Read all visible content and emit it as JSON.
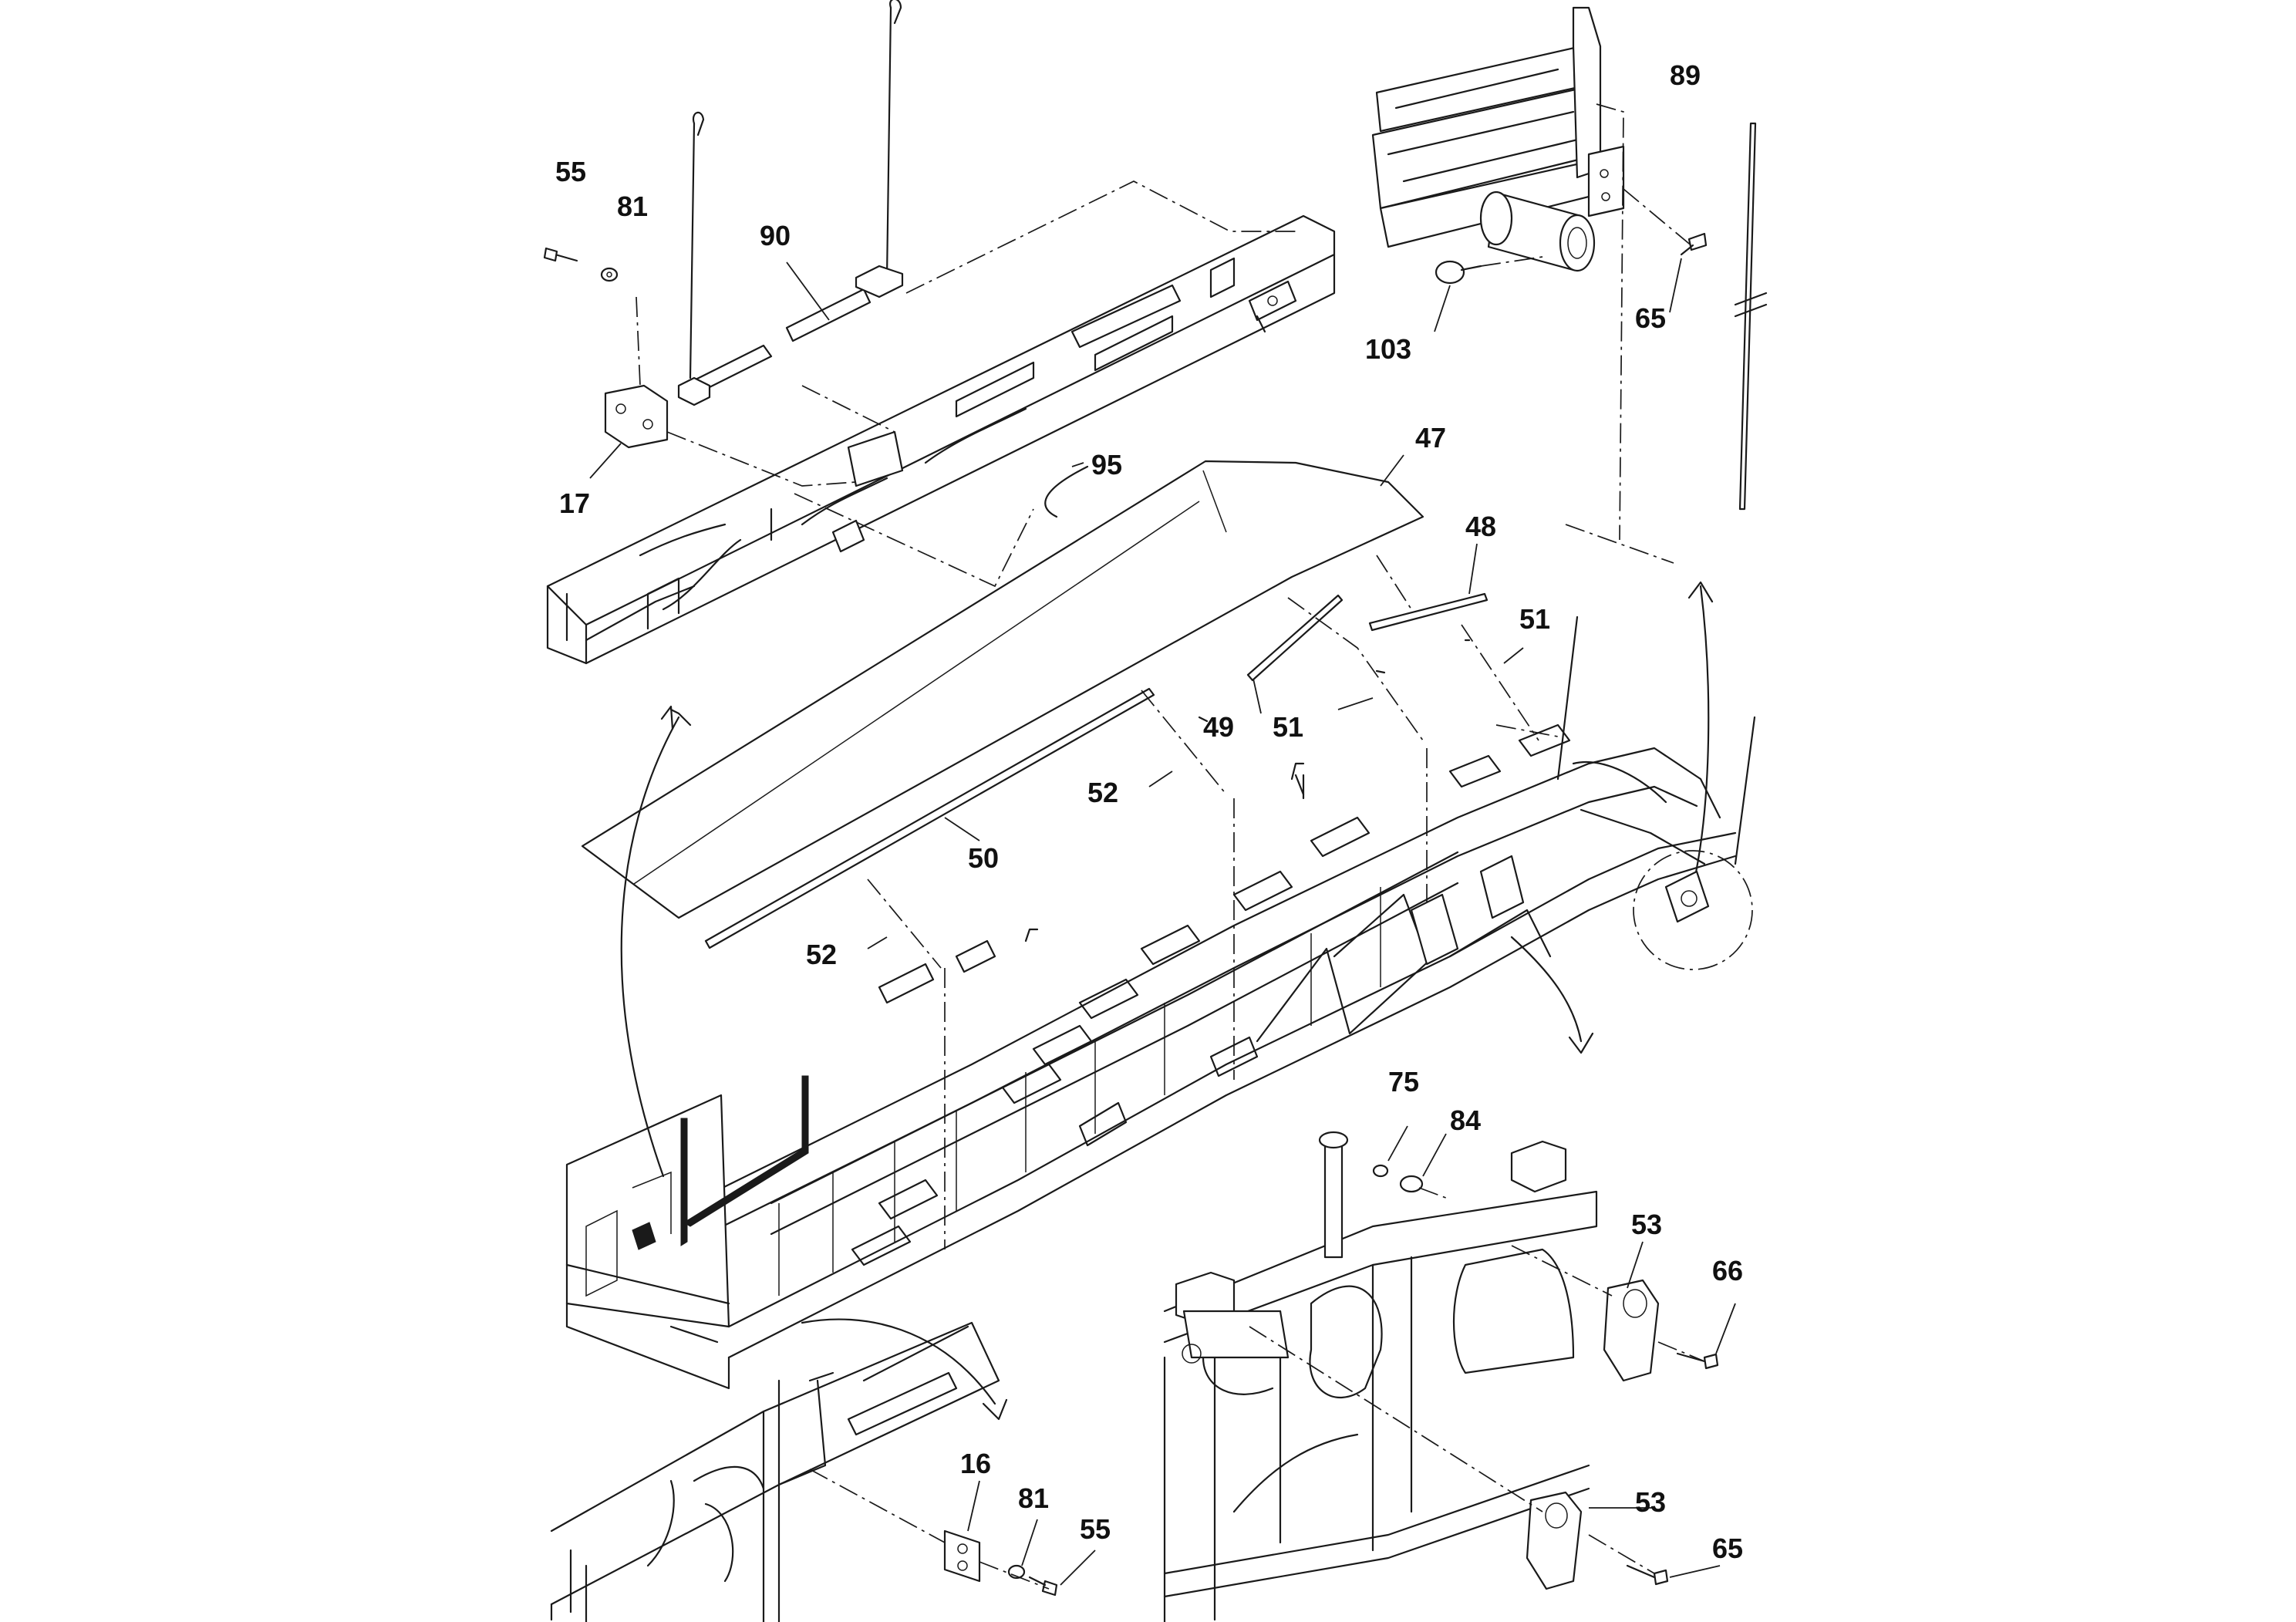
{
  "callouts": {
    "c55_top": "55",
    "c81_top": "81",
    "c90": "90",
    "c17": "17",
    "c95": "95",
    "c103": "103",
    "c65_top": "65",
    "c89": "89",
    "c47": "47",
    "c48": "48",
    "c51_right": "51",
    "c49": "49",
    "c51_mid": "51",
    "c52_upper": "52",
    "c50": "50",
    "c52_lower": "52",
    "c75": "75",
    "c84": "84",
    "c53_upper": "53",
    "c66": "66",
    "c16": "16",
    "c81_bottom": "81",
    "c55_bottom": "55",
    "c53_lower": "53",
    "c65_bottom": "65"
  }
}
